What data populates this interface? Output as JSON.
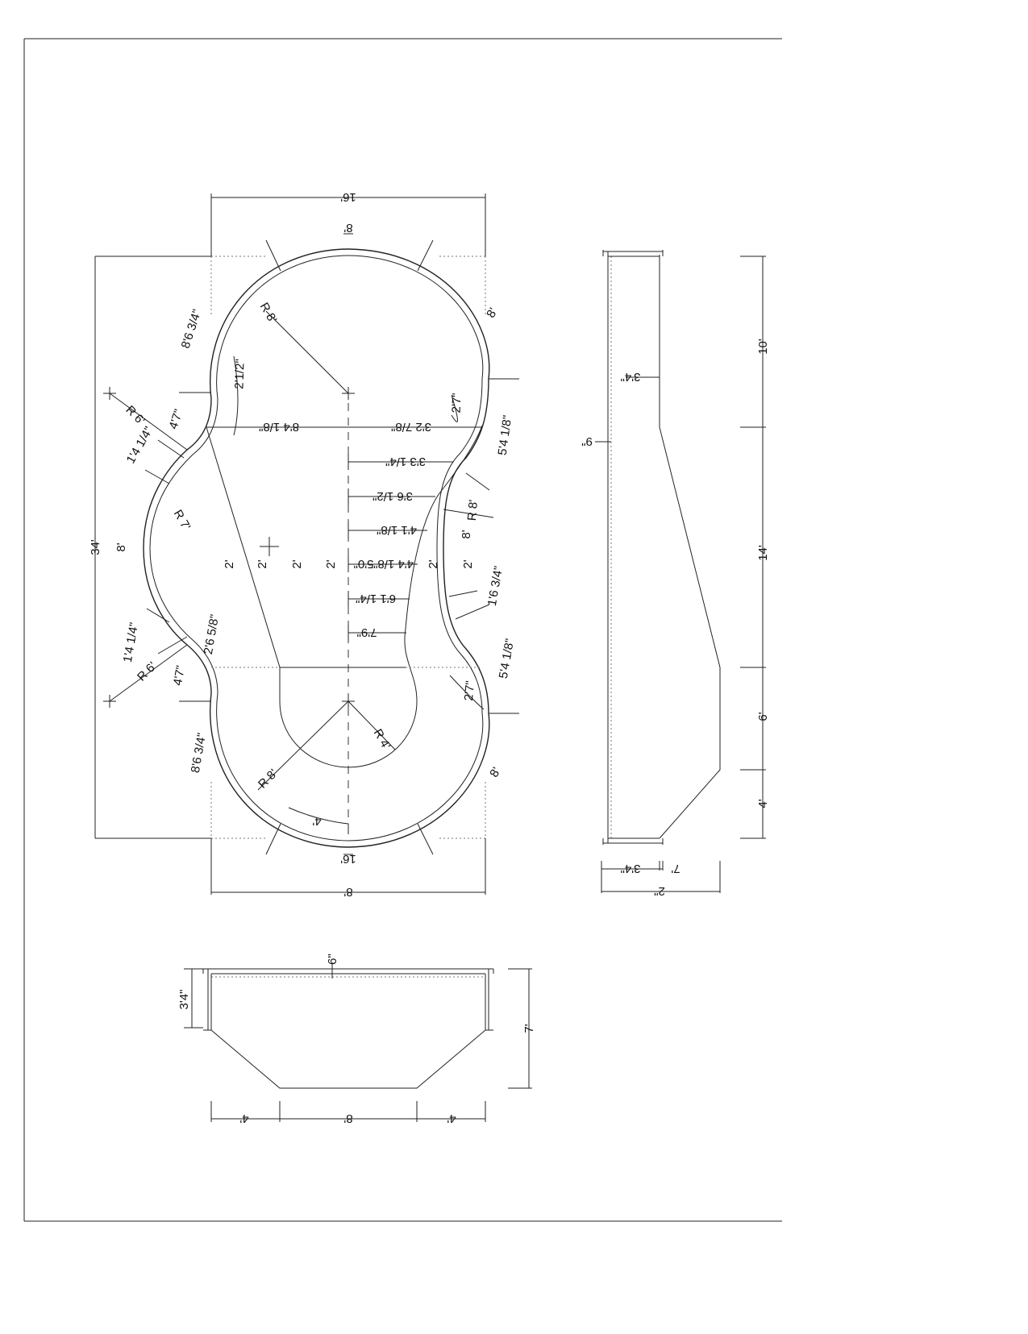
{
  "drawing": {
    "plan": {
      "labels": {
        "top_width": "16'",
        "top_end": "8'",
        "top_right_8": "8'",
        "overall_length": "34'",
        "radius_top": "R 8'",
        "arc_top_left": "8'6 3/4\"",
        "arc_2_1_2": "2'1/2\"",
        "arc_4_7_top": "4'7\"",
        "radius_6_top": "R 6'",
        "arc_1_4_1_4_top": "1'4 1/4\"",
        "radius_7": "R 7'",
        "left_mid_8": "8'",
        "dim_8_4_1_8": "8'4 1/8\"",
        "dim_3_2_7_8": "3'2 7/8\"",
        "dim_3_3_1_4": "3'3 1/4\"",
        "dim_3_6_1_2": "3'6 1/2\"",
        "dim_4_1_1_8": "4'1 1/8\"",
        "dim_4_4_1_8": "4'4 1/8\"",
        "dim_5_0": "5'0\"",
        "dim_6_1_1_4": "6'1 1/4\"",
        "dim_7_9": "7'9\"",
        "spacing_a": "2'",
        "spacing_b": "2'",
        "spacing_c": "2'",
        "spacing_d": "2'",
        "spacing_e": "2'",
        "spacing_f": "2'",
        "arc_2_7_top": "2'7\"",
        "arc_5_4_1_8_top": "5'4 1/8\"",
        "radius_8_right": "R 8'",
        "right_mid_8": "8'",
        "arc_1_6_3_4": "1'6 3/4\"",
        "arc_5_4_1_8_bot": "5'4 1/8\"",
        "arc_2_7_bot": "2'7\"",
        "arc_1_4_1_4_bot": "1'4 1/4\"",
        "arc_2_6_5_8": "2'6 5/8\"",
        "radius_6_bot": "R 6'",
        "arc_4_7_bot": "4'7\"",
        "arc_8_6_3_4_bot": "8'6 3/4\"",
        "radius_4": "R 4'",
        "radius_8_bot": "R 8'",
        "bottom_right_8": "8'",
        "angle_4": "4'",
        "bottom_end": "16'",
        "bottom_width": "8'"
      }
    },
    "side_section": {
      "labels": {
        "depth_3_4": "3'4\"",
        "wall_9": "9\"",
        "seg_10": "10'",
        "seg_14": "14'",
        "seg_6": "6'",
        "seg_4": "4'",
        "bottom_3_4": "3'4\"",
        "bottom_7": "7'",
        "bottom_2": "2\""
      }
    },
    "end_section": {
      "labels": {
        "top_6": "6\"",
        "left_3_4": "3'4\"",
        "right_7": "7'",
        "bot_4_left": "4'",
        "bot_8": "8'",
        "bot_4_right": "4'"
      }
    }
  }
}
